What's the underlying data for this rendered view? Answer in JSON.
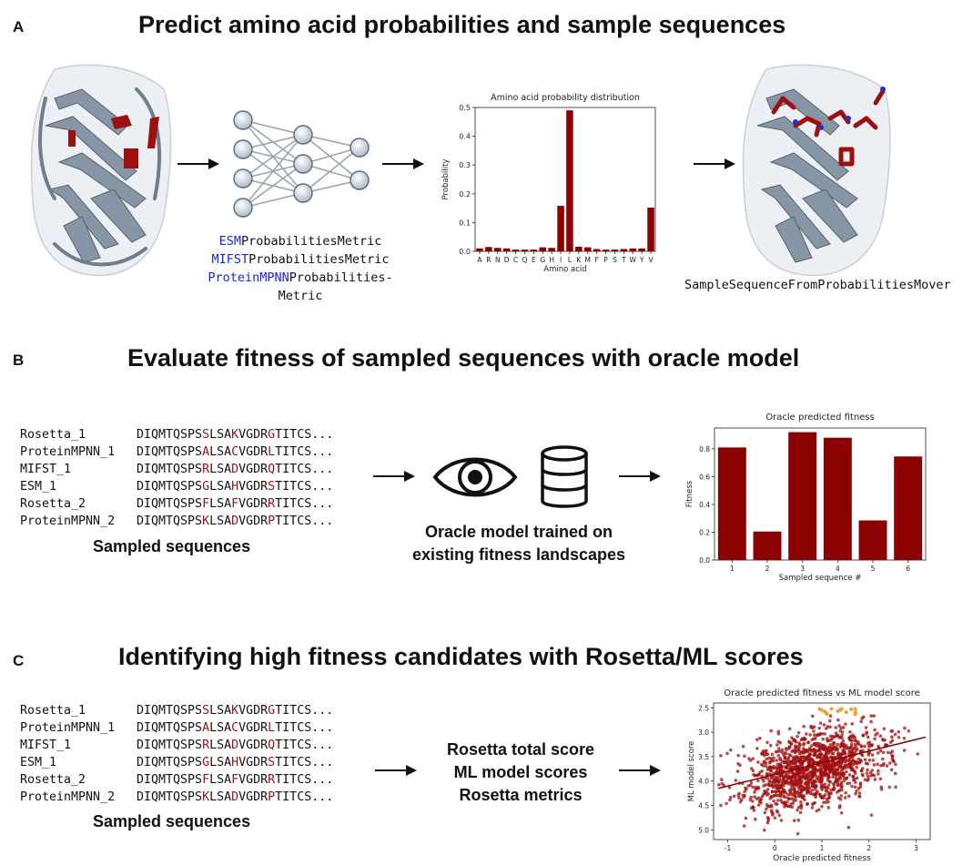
{
  "panel_a": {
    "letter": "A",
    "title": "Predict amino acid probabilities and sample sequences",
    "metrics": [
      {
        "prefix": "ESM",
        "suffix": "ProbabilitiesMetric"
      },
      {
        "prefix": "MIFST",
        "suffix": "ProbabilitiesMetric"
      },
      {
        "prefix": "ProteinMPNN",
        "suffix": "Probabilities-"
      },
      {
        "prefix": "",
        "suffix": "Metric"
      }
    ],
    "mover_label": "SampleSequenceFromProbabilitiesMover"
  },
  "panel_b": {
    "letter": "B",
    "title": "Evaluate fitness of sampled sequences with oracle model",
    "sequences_caption": "Sampled sequences",
    "oracle_caption_line1": "Oracle model trained on",
    "oracle_caption_line2": "existing fitness landscapes"
  },
  "panel_c": {
    "letter": "C",
    "title": "Identifying high fitness candidates with Rosetta/ML scores",
    "sequences_caption": "Sampled sequences",
    "scores_line1": "Rosetta total score",
    "scores_line2": "ML model scores",
    "scores_line3": "Rosetta metrics"
  },
  "sequences": [
    {
      "name": "Rosetta_1",
      "pre": "DIQMTQSPS",
      "m1": "S",
      "mid": "LSA",
      "m2": "K",
      "mid2": "VGDR",
      "m3": "G",
      "post": "TITCS..."
    },
    {
      "name": "ProteinMPNN_1",
      "pre": "DIQMTQSPS",
      "m1": "A",
      "mid": "LSA",
      "m2": "C",
      "mid2": "VGDR",
      "m3": "L",
      "post": "TITCS..."
    },
    {
      "name": "MIFST_1",
      "pre": "DIQMTQSPS",
      "m1": "R",
      "mid": "LSA",
      "m2": "D",
      "mid2": "VGDR",
      "m3": "Q",
      "post": "TITCS..."
    },
    {
      "name": "ESM_1",
      "pre": "DIQMTQSPS",
      "m1": "G",
      "mid": "LSA",
      "m2": "H",
      "mid2": "VGDR",
      "m3": "S",
      "post": "TITCS..."
    },
    {
      "name": "Rosetta_2",
      "pre": "DIQMTQSPS",
      "m1": "F",
      "mid": "LSA",
      "m2": "F",
      "mid2": "VGDR",
      "m3": "R",
      "post": "TITCS..."
    },
    {
      "name": "ProteinMPNN_2",
      "pre": "DIQMTQSPS",
      "m1": "K",
      "mid": "LSA",
      "m2": "D",
      "mid2": "VGDR",
      "m3": "P",
      "post": "TITCS..."
    }
  ],
  "colors": {
    "bar": "#8b0000",
    "highlight": "#a11414",
    "blue": "#1a24e8",
    "scatter": "#a01010",
    "top": "#f0a030"
  },
  "chart_data": [
    {
      "type": "bar",
      "title": "Amino acid probability distribution",
      "xlabel": "Amino acid",
      "ylabel": "Probability",
      "categories": [
        "A",
        "R",
        "N",
        "D",
        "C",
        "Q",
        "E",
        "G",
        "H",
        "I",
        "L",
        "K",
        "M",
        "F",
        "P",
        "S",
        "T",
        "W",
        "Y",
        "V"
      ],
      "values": [
        0.01,
        0.015,
        0.012,
        0.01,
        0.006,
        0.006,
        0.006,
        0.014,
        0.012,
        0.158,
        0.49,
        0.016,
        0.014,
        0.008,
        0.006,
        0.006,
        0.008,
        0.01,
        0.01,
        0.152
      ],
      "ylim": [
        0,
        0.5
      ],
      "yticks": [
        0.0,
        0.1,
        0.2,
        0.3,
        0.4,
        0.5
      ]
    },
    {
      "type": "bar",
      "title": "Oracle predicted fitness",
      "xlabel": "Sampled sequence #",
      "ylabel": "Fitness",
      "categories": [
        "1",
        "2",
        "3",
        "4",
        "5",
        "6"
      ],
      "values": [
        0.81,
        0.205,
        0.92,
        0.88,
        0.285,
        0.745
      ],
      "ylim": [
        0,
        0.95
      ],
      "yticks": [
        0.0,
        0.2,
        0.4,
        0.6,
        0.8
      ]
    },
    {
      "type": "scatter",
      "title": "Oracle predicted fitness vs ML model score",
      "xlabel": "Oracle predicted fitness",
      "ylabel": "ML model score",
      "xlim": [
        -1.3,
        3.3
      ],
      "ylim": [
        5.2,
        2.4
      ],
      "xticks": [
        -1,
        0,
        1,
        2,
        3
      ],
      "yticks": [
        2.5,
        3.0,
        3.5,
        4.0,
        4.5,
        5.0
      ],
      "y_inverted": true,
      "trend_line": {
        "x": [
          -1.2,
          3.2
        ],
        "y": [
          4.15,
          3.1
        ]
      },
      "grid": false
    }
  ]
}
